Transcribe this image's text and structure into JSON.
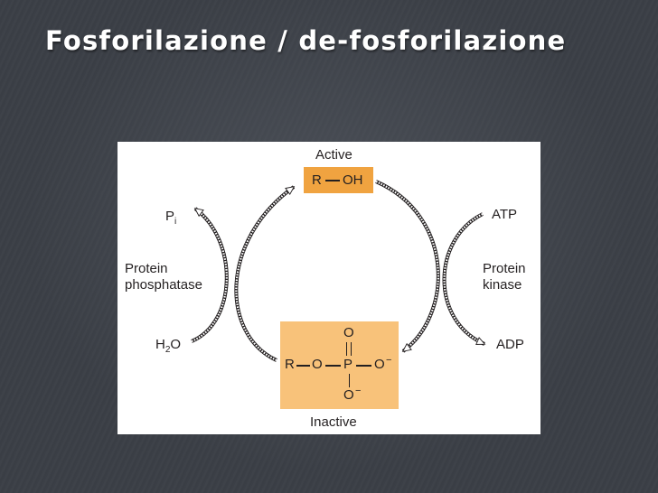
{
  "slide": {
    "title": "Fosforilazione / de-fosforilazione"
  },
  "diagram": {
    "active_label": "Active",
    "inactive_label": "Inactive",
    "active_molecule": {
      "r": "R",
      "oh": "OH"
    },
    "inactive_molecule": {
      "r": "R",
      "o_link": "O",
      "p": "P",
      "o_top": "O",
      "o_right": "O",
      "o_bottom": "O",
      "minus": "−"
    },
    "left": {
      "pi_main": "P",
      "pi_sub": "i",
      "enzyme_line1": "Protein",
      "enzyme_line2": "phosphatase",
      "water_h": "H",
      "water_sub": "2",
      "water_o": "O"
    },
    "right": {
      "atp": "ATP",
      "enzyme_line1": "Protein",
      "enzyme_line2": "kinase",
      "adp": "ADP"
    },
    "colors": {
      "active_box": "#f0a340",
      "inactive_box": "#f8c27a",
      "background": "#3b3f46"
    }
  }
}
